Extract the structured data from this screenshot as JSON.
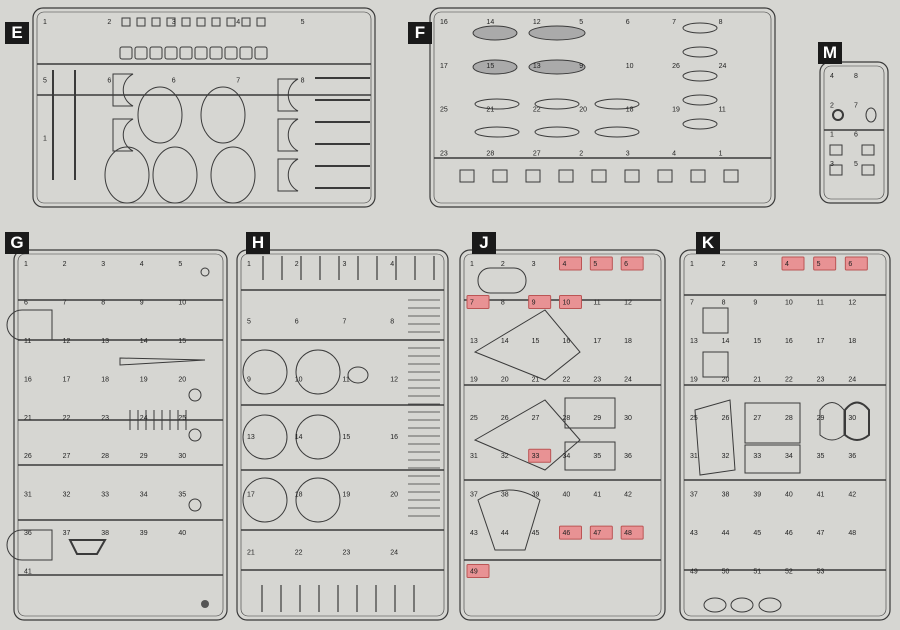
{
  "sheet": {
    "highlight_color": "#e89294",
    "line_color": "#3a3a3a",
    "background": "#d6d6d2"
  },
  "sprues": [
    {
      "letter": "E",
      "parts": [
        "1",
        "2",
        "3",
        "4",
        "5",
        "5",
        "6",
        "6",
        "7",
        "8",
        "1"
      ],
      "highlighted": []
    },
    {
      "letter": "F",
      "parts": [
        "16",
        "14",
        "12",
        "5",
        "6",
        "7",
        "8",
        "17",
        "15",
        "13",
        "9",
        "10",
        "26",
        "24",
        "25",
        "21",
        "22",
        "20",
        "18",
        "19",
        "11",
        "23",
        "28",
        "27",
        "2",
        "3",
        "4",
        "1"
      ],
      "highlighted": []
    },
    {
      "letter": "M",
      "parts": [
        "4",
        "8",
        "2",
        "7",
        "1",
        "6",
        "3",
        "5"
      ],
      "highlighted": []
    },
    {
      "letter": "G",
      "parts": [
        "1",
        "2",
        "3",
        "4",
        "5",
        "6",
        "7",
        "8",
        "9",
        "10",
        "11",
        "12",
        "13",
        "14",
        "15",
        "16",
        "17",
        "18",
        "19",
        "20",
        "21",
        "22",
        "23",
        "24",
        "25",
        "26",
        "27",
        "28",
        "29",
        "30",
        "31",
        "32",
        "33",
        "34",
        "35",
        "36",
        "37",
        "38",
        "39",
        "40",
        "41"
      ],
      "highlighted": []
    },
    {
      "letter": "H",
      "parts": [
        "1",
        "2",
        "3",
        "4",
        "5",
        "6",
        "7",
        "8",
        "9",
        "10",
        "11",
        "12",
        "13",
        "14",
        "15",
        "16",
        "17",
        "18",
        "19",
        "20",
        "21",
        "22",
        "23",
        "24"
      ],
      "highlighted": []
    },
    {
      "letter": "J",
      "parts": [
        "1",
        "2",
        "3",
        "4",
        "5",
        "6",
        "7",
        "8",
        "9",
        "10",
        "11",
        "12",
        "13",
        "14",
        "15",
        "16",
        "17",
        "18",
        "19",
        "20",
        "21",
        "22",
        "23",
        "24",
        "25",
        "26",
        "27",
        "28",
        "29",
        "30",
        "31",
        "32",
        "33",
        "34",
        "35",
        "36",
        "37",
        "38",
        "39",
        "40",
        "41",
        "42",
        "43",
        "44",
        "45",
        "46",
        "47",
        "48",
        "49"
      ],
      "highlighted": [
        "4",
        "5",
        "6",
        "7",
        "9",
        "10",
        "33",
        "46",
        "47",
        "48",
        "49"
      ]
    },
    {
      "letter": "K",
      "parts": [
        "1",
        "2",
        "3",
        "4",
        "5",
        "6",
        "7",
        "8",
        "9",
        "10",
        "11",
        "12",
        "13",
        "14",
        "15",
        "16",
        "17",
        "18",
        "19",
        "20",
        "21",
        "22",
        "23",
        "24",
        "25",
        "26",
        "27",
        "28",
        "29",
        "30",
        "31",
        "32",
        "33",
        "34",
        "35",
        "36",
        "37",
        "38",
        "39",
        "40",
        "41",
        "42",
        "43",
        "44",
        "45",
        "46",
        "47",
        "48",
        "49",
        "50",
        "51",
        "52",
        "53"
      ],
      "highlighted": [
        "4",
        "5",
        "6"
      ]
    }
  ]
}
